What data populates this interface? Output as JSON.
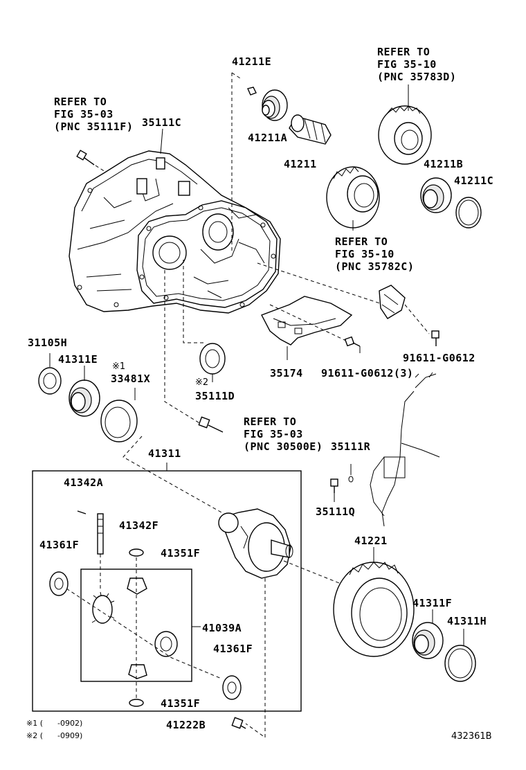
{
  "refs": {
    "r1": [
      "REFER TO",
      "FIG 35-10",
      "(PNC 35783D)"
    ],
    "r2": [
      "REFER TO",
      "FIG 35-03",
      "(PNC 35111F)"
    ],
    "r3": [
      "REFER TO",
      "FIG 35-10",
      "(PNC 35782C)"
    ],
    "r4": [
      "REFER TO",
      "FIG 35-03",
      "(PNC 30500E)"
    ]
  },
  "parts": {
    "p41211E": "41211E",
    "p35111C": "35111C",
    "p41211A": "41211A",
    "p41211": "41211",
    "p41211B": "41211B",
    "p41211C": "41211C",
    "p31105H": "31105H",
    "p41311E": "41311E",
    "p33481X": "33481X",
    "p35111D": "35111D",
    "p35174": "35174",
    "p91611a": "91611-G0612(3)",
    "p91611b": "91611-G0612",
    "p41311": "41311",
    "p35111R": "35111R",
    "p35111Q": "35111Q",
    "p41342A": "41342A",
    "p41342F": "41342F",
    "p41361F_a": "41361F",
    "p41351F_a": "41351F",
    "p41221": "41221",
    "p41311F": "41311F",
    "p41311H": "41311H",
    "p41039A": "41039A",
    "p41361F_b": "41361F",
    "p41351F_b": "41351F",
    "p41222B": "41222B"
  },
  "marks": {
    "m1": "※1",
    "m2": "※2"
  },
  "footnotes": {
    "f1": "※1 (      -0902)",
    "f2": "※2 (      -0909)"
  },
  "diagram_code": "432361B"
}
